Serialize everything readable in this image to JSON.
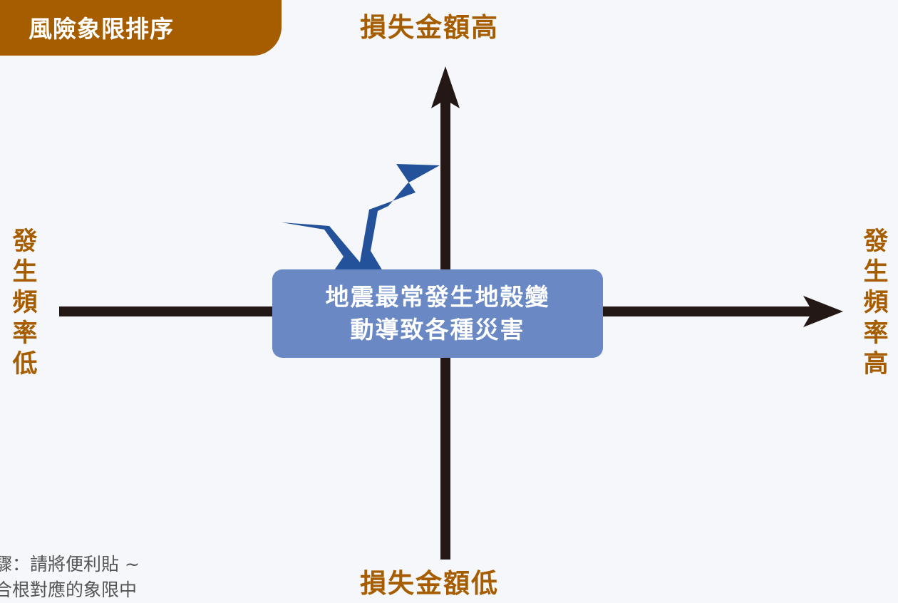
{
  "title": "風險象限排序",
  "axes": {
    "top": "損失金額高",
    "bottom": "損失金額低",
    "left": [
      "發",
      "生",
      "頻",
      "率",
      "低"
    ],
    "right": [
      "發",
      "生",
      "頻",
      "率",
      "高"
    ]
  },
  "center_box": {
    "line1": "地震最常發生地殼變",
    "line2": "動導致各種災害"
  },
  "note": {
    "line1": "驟：請將便利貼 ~",
    "line2": "合根對應的象限中"
  },
  "colors": {
    "accent": "#a65d00",
    "center_box": "#6a88c4",
    "crack": "#23529b",
    "axis": "#231815",
    "background": "#f5f7fa"
  }
}
